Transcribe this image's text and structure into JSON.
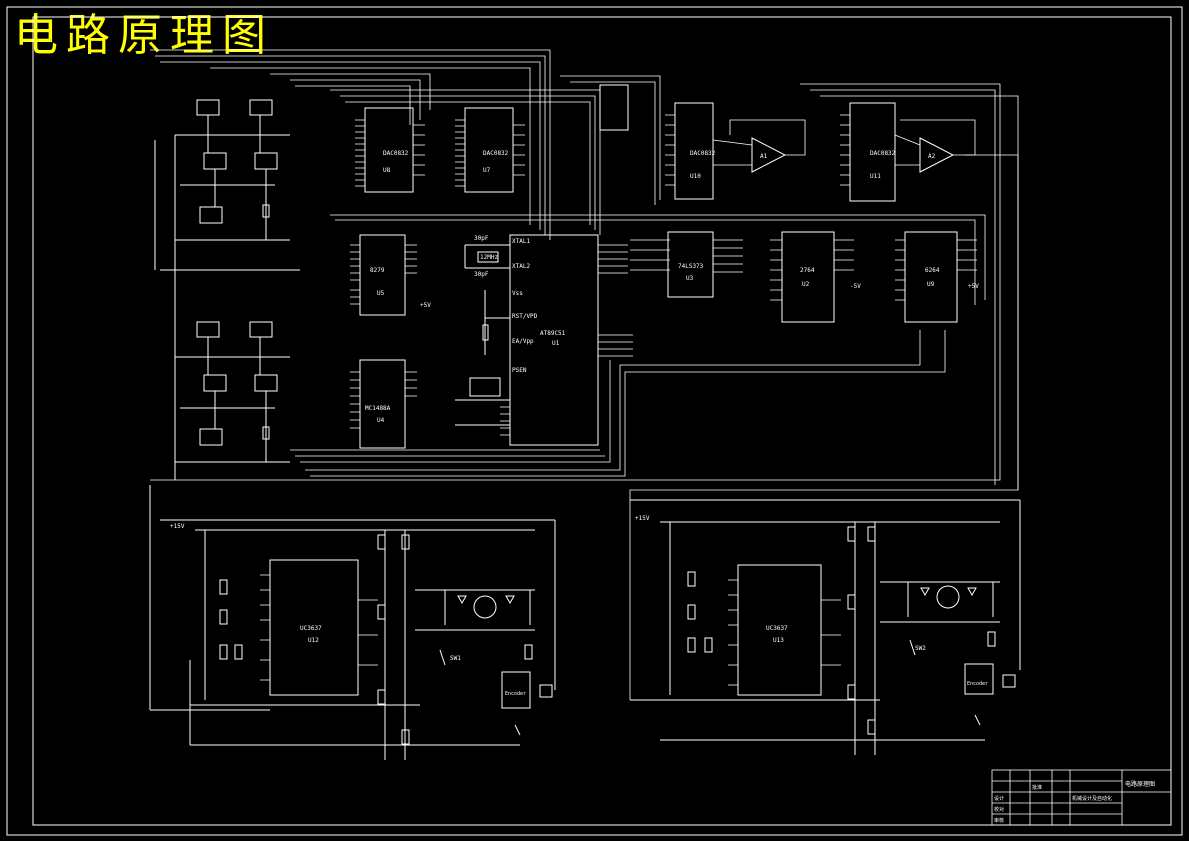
{
  "title": "电路原理图",
  "colors": {
    "background": "#000000",
    "wire": "#ffffff",
    "title": "#ffff00"
  },
  "chips": {
    "u5": {
      "name": "8279",
      "ref": "U5"
    },
    "u4": {
      "name": "MC1488A",
      "ref": "U4"
    },
    "mcu": {
      "name": "AT89C51",
      "ref": "U1",
      "pins": [
        "XTAL1",
        "XTAL2",
        "Vss",
        "RST/VPD",
        "EA/Vpp",
        "PSEN"
      ]
    },
    "u8": {
      "name": "DAC0832",
      "ref": "U8"
    },
    "u7": {
      "name": "DAC0832",
      "ref": "U7"
    },
    "u10": {
      "name": "DAC0832",
      "ref": "U10"
    },
    "u11": {
      "name": "DAC0832",
      "ref": "U11"
    },
    "latch": {
      "name": "74LS373",
      "ref": "U3"
    },
    "eprom": {
      "name": "2764",
      "ref": "U2"
    },
    "ram": {
      "name": "6264",
      "ref": "U9"
    },
    "u12": {
      "name": "UC3637",
      "ref": "U12"
    },
    "u13": {
      "name": "UC3637",
      "ref": "U13"
    },
    "opamp_a": {
      "name": "A1"
    },
    "opamp_b": {
      "name": "A2"
    }
  },
  "labels": {
    "crystal": "12MHz",
    "cap1": "30pF",
    "cap2": "30pF",
    "vcc": "+5V",
    "vcc2": "+5V",
    "vneg": "-5V",
    "encoder1": "Encoder",
    "encoder2": "Encoder",
    "sw1": "SW1",
    "sw2": "SW2",
    "pwm1": "+15V",
    "pwm2": "+15V"
  },
  "title_block": {
    "drawing_name": "电路原理图",
    "rows": [
      "设计",
      "校对",
      "审核",
      "批准"
    ],
    "school": "机械设计及自动化"
  }
}
